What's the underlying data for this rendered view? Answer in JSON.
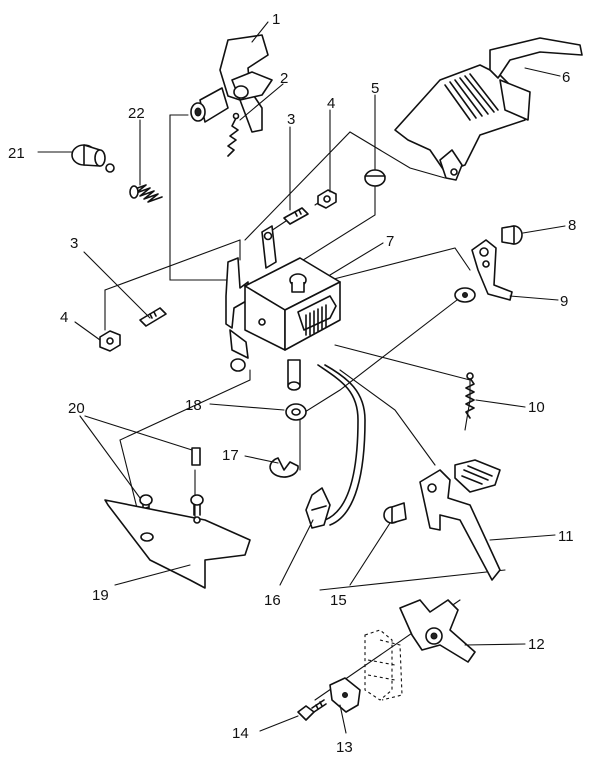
{
  "callouts": [
    {
      "id": "c1",
      "text": "1"
    },
    {
      "id": "c2",
      "text": "2"
    },
    {
      "id": "c3a",
      "text": "3"
    },
    {
      "id": "c3b",
      "text": "3"
    },
    {
      "id": "c4a",
      "text": "4"
    },
    {
      "id": "c4b",
      "text": "4"
    },
    {
      "id": "c5",
      "text": "5"
    },
    {
      "id": "c6",
      "text": "6"
    },
    {
      "id": "c7",
      "text": "7"
    },
    {
      "id": "c8",
      "text": "8"
    },
    {
      "id": "c9",
      "text": "9"
    },
    {
      "id": "c10",
      "text": "10"
    },
    {
      "id": "c11",
      "text": "11"
    },
    {
      "id": "c12",
      "text": "12"
    },
    {
      "id": "c13",
      "text": "13"
    },
    {
      "id": "c14",
      "text": "14"
    },
    {
      "id": "c15",
      "text": "15"
    },
    {
      "id": "c16",
      "text": "16"
    },
    {
      "id": "c17",
      "text": "17"
    },
    {
      "id": "c18",
      "text": "18"
    },
    {
      "id": "c19",
      "text": "19"
    },
    {
      "id": "c20",
      "text": "20"
    },
    {
      "id": "c21",
      "text": "21"
    },
    {
      "id": "c22",
      "text": "22"
    }
  ],
  "colors": {
    "ink": "#111111",
    "paper": "#ffffff"
  }
}
